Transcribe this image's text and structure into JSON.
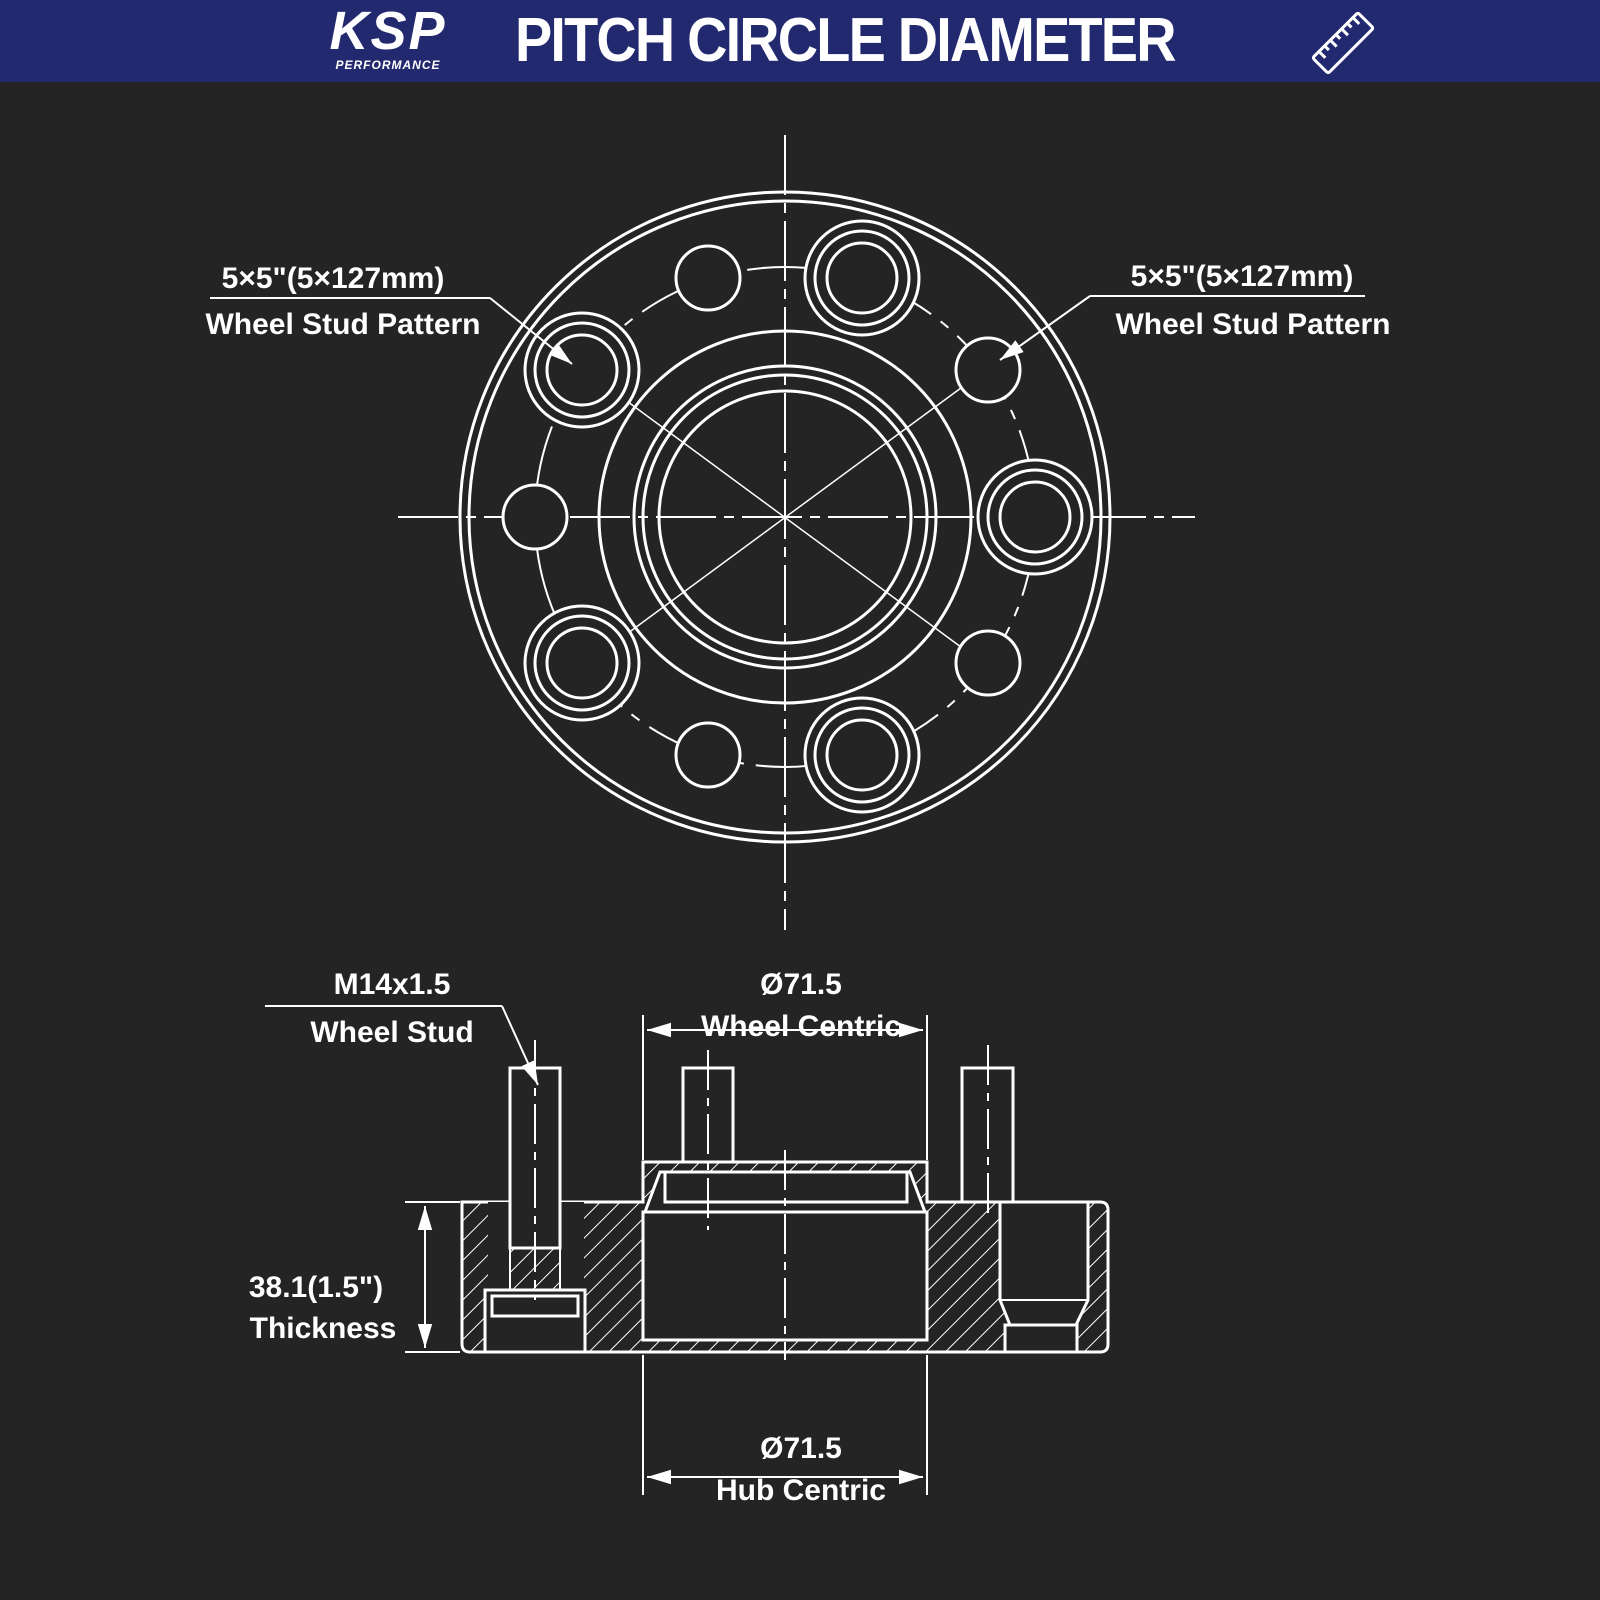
{
  "header": {
    "logo_text": "KSP",
    "logo_subtext": "PERFORMANCE",
    "title": "PITCH CIRCLE DIAMETER",
    "icon": "ruler-icon"
  },
  "top_view": {
    "left_label": {
      "value": "5×5\"(5×127mm)",
      "caption": "Wheel Stud Pattern"
    },
    "right_label": {
      "value": "5×5\"(5×127mm)",
      "caption": "Wheel Stud Pattern"
    }
  },
  "section_view": {
    "stud_label": {
      "value": "M14x1.5",
      "caption": "Wheel Stud"
    },
    "wheel_centric": {
      "value": "Ø71.5",
      "caption": "Wheel Centric"
    },
    "thickness": {
      "value": "38.1(1.5\")",
      "caption": "Thickness"
    },
    "hub_centric": {
      "value": "Ø71.5",
      "caption": "Hub Centric"
    }
  },
  "colors": {
    "header_bg": "#23296f",
    "background": "#242424",
    "line": "#ffffff"
  }
}
